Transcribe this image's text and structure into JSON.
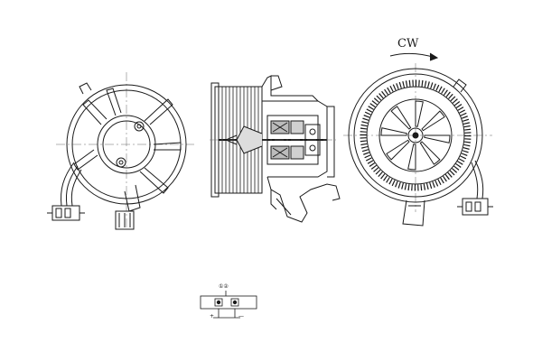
{
  "drawing": {
    "rotation_label": "CW",
    "connector": {
      "pin_label": "①②",
      "left_mark": "+",
      "right_mark": "—"
    }
  },
  "colors": {
    "line": "#1a1a1a",
    "thin": "#555555",
    "fill_dark": "#333333",
    "background": "#ffffff"
  },
  "views": [
    "motor-end-view",
    "side-section-view",
    "impeller-front-view",
    "connector-pinout-detail"
  ]
}
